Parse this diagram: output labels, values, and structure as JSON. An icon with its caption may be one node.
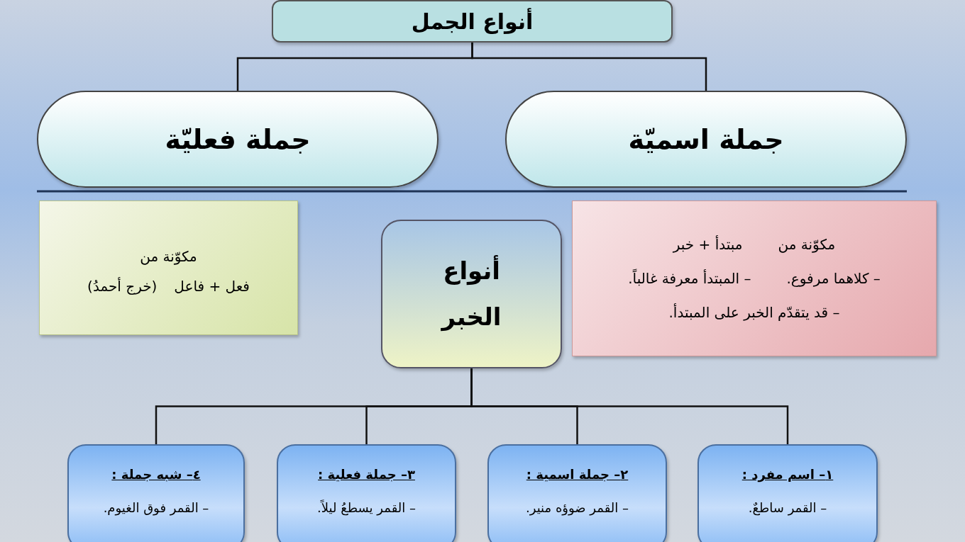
{
  "diagram": {
    "nodes": [
      {
        "text": [
          "أنواع الجمل"
        ]
      },
      {
        "text": [
          "جملة فعليّة"
        ]
      },
      {
        "text": [
          "جملة اسميّة"
        ]
      },
      {
        "text": [
          "مكوّنة من",
          "فعل + فاعل",
          "(خرج أحمدُ)"
        ]
      },
      {
        "text": [
          "أنواع الخبر"
        ]
      },
      {
        "text": [
          "مكوّنة من",
          "مبتدأ + خبر",
          "– كلاهما مرفوع.",
          "– المبتدأ معرفة غالباً.",
          "– قد يتقدّم الخبر على المبتدأ."
        ]
      },
      {
        "text": [
          "١– اسم مفرد :",
          "– القمر ساطعٌ."
        ]
      },
      {
        "text": [
          "٢– جملة اسمية :",
          "– القمر ضوؤه منير."
        ]
      },
      {
        "text": [
          "٣– جملة فعلية :",
          "– القمر يسطعُ ليلاً."
        ]
      },
      {
        "text": [
          "٤– شبه جملة :",
          "– القمر فوق الغيوم."
        ]
      }
    ],
    "edges": [
      {
        "from": 0,
        "to": 1,
        "arrow": "none"
      },
      {
        "from": 0,
        "to": 2,
        "arrow": "none"
      },
      {
        "from": 4,
        "to": 6,
        "arrow": "none"
      },
      {
        "from": 4,
        "to": 7,
        "arrow": "none"
      },
      {
        "from": 4,
        "to": 8,
        "arrow": "none"
      },
      {
        "from": 4,
        "to": 9,
        "arrow": "none"
      }
    ]
  }
}
